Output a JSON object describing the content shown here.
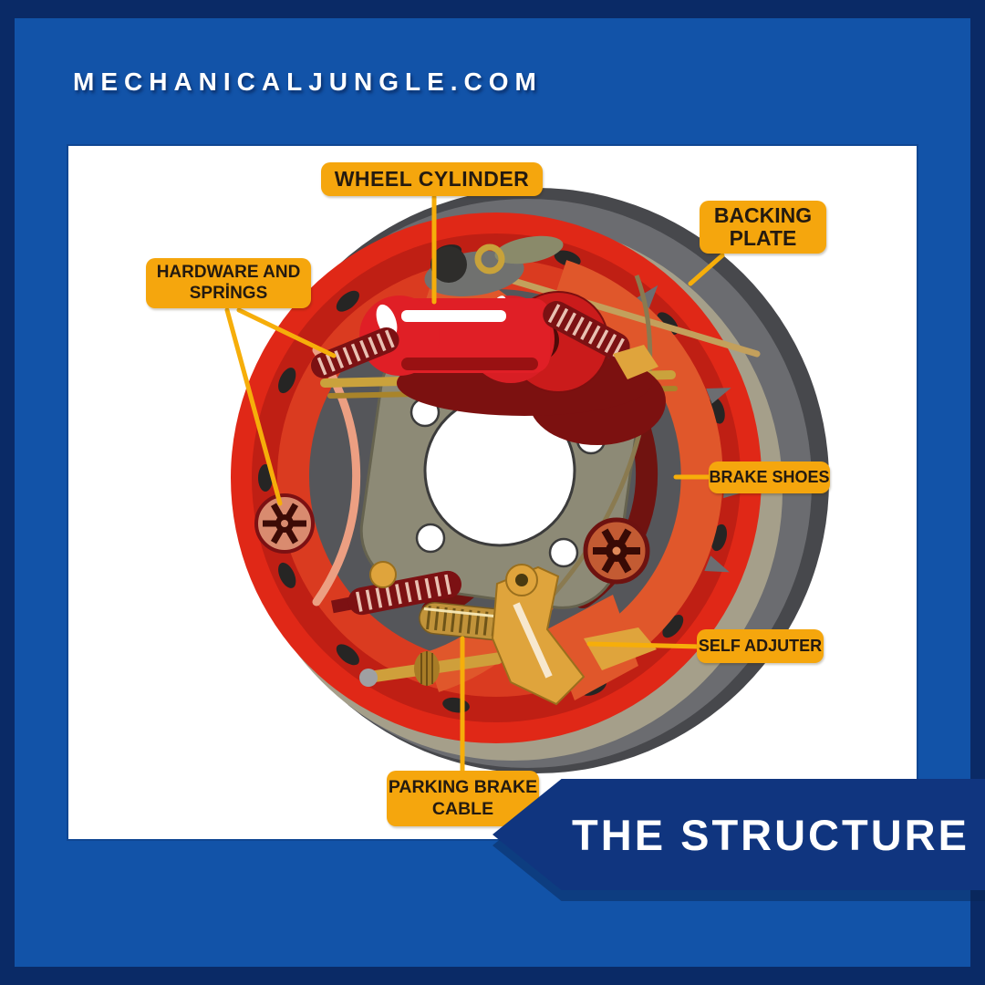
{
  "header": {
    "site": "MECHANICALJUNGLE.COM"
  },
  "banner": {
    "title": "THE STRUCTURE"
  },
  "diagram": {
    "subject": "drum-brake-assembly",
    "labels": {
      "wheel_cylinder": "WHEEL CYLINDER",
      "backing_plate": "BACKING\nPLATE",
      "hardware_springs": "HARDWARE AND\nSPRİNGS",
      "brake_shoes": "BRAKE SHOES",
      "self_adjuter": "SELF ADJUTER",
      "parking_brake_cable": "PARKING BRAKE\nCABLE"
    }
  },
  "colors": {
    "border_navy": "#0a2a66",
    "background_blue": "#1253a8",
    "banner_navy": "#10357f",
    "card_white": "#ffffff",
    "label_yellow": "#f5a60d",
    "label_text": "#241a10",
    "pointer_yellow": "#f6ae0a",
    "drum_gray": "#47484c",
    "plate_red": "#e02817",
    "shoe_orange": "#e0572b",
    "hardware_gold": "#dfa43c",
    "spring_maroon": "#7c1113"
  }
}
